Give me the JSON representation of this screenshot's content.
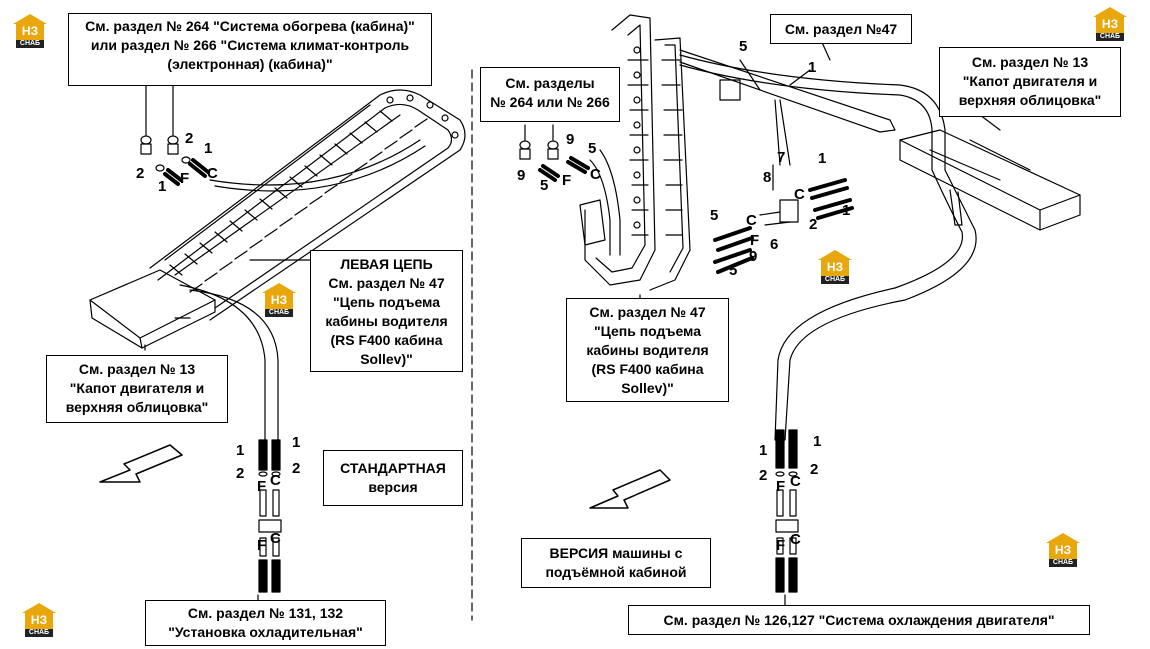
{
  "callouts": {
    "heating_left": [
      "См. раздел № 264 \"Система обогрева (кабина)\"",
      "или раздел № 266 \"Система климат-контроль",
      "(электронная) (кабина)\""
    ],
    "left_chain": [
      "ЛЕВАЯ ЦЕПЬ",
      "См. раздел № 47",
      "\"Цепь подъема",
      "кабины водителя",
      "(RS F400 кабина",
      "Sollev)\""
    ],
    "hood_left": [
      "См. раздел № 13",
      "\"Капот двигателя и",
      "верхняя облицовка\""
    ],
    "standard": [
      "СТАНДАРТНАЯ",
      "версия"
    ],
    "cooler": [
      "См. раздел № 131, 132",
      "\"Установка охладительная\""
    ],
    "sections_right": [
      "См. разделы",
      "№ 264 или № 266"
    ],
    "sec47_top": [
      "См. раздел №47"
    ],
    "hood_right": [
      "См. раздел № 13",
      "\"Капот двигателя и",
      "верхняя облицовка\""
    ],
    "chain_right": [
      "См. раздел № 47",
      "\"Цепь подъема",
      "кабины водителя",
      "(RS F400 кабина",
      "Sollev)\""
    ],
    "lift_version": [
      "ВЕРСИЯ машины с",
      "подъёмной кабиной"
    ],
    "engine_cooling": [
      "См. раздел № 126,127 \"Система охлаждения двигателя\""
    ]
  },
  "part_labels": {
    "l_top_2a": "2",
    "l_top_1a": "1",
    "l_top_2b": "2",
    "l_top_1b": "1",
    "l_top_F": "F",
    "l_top_C": "C",
    "l_bot_1a": "1",
    "l_bot_1b": "1",
    "l_bot_2a": "2",
    "l_bot_2b": "2",
    "l_bot_F1": "F",
    "l_bot_C1": "C",
    "l_bot_F2": "F",
    "l_bot_C2": "C",
    "r_top_9a": "9",
    "r_top_5a": "5",
    "r_top_9b": "9",
    "r_top_5b": "5",
    "r_top_F": "F",
    "r_top_C": "C",
    "r_5_top": "5",
    "r_1_top": "1",
    "r_7": "7",
    "r_8": "8",
    "r_C1": "C",
    "r_1a": "1",
    "r_2": "2",
    "r_1b": "1",
    "r_5a": "5",
    "r_C2": "C",
    "r_F2": "F",
    "r_6": "6",
    "r_9": "9",
    "r_5b": "5",
    "r_bot_1a": "1",
    "r_bot_1b": "1",
    "r_bot_2a": "2",
    "r_bot_2b": "2",
    "r_bot_F1": "F",
    "r_bot_C1": "C",
    "r_bot_F2": "F",
    "r_bot_C2": "C"
  },
  "logo": {
    "text": "НЗ",
    "sub": "СНАБ",
    "color": "#e8a70c"
  }
}
